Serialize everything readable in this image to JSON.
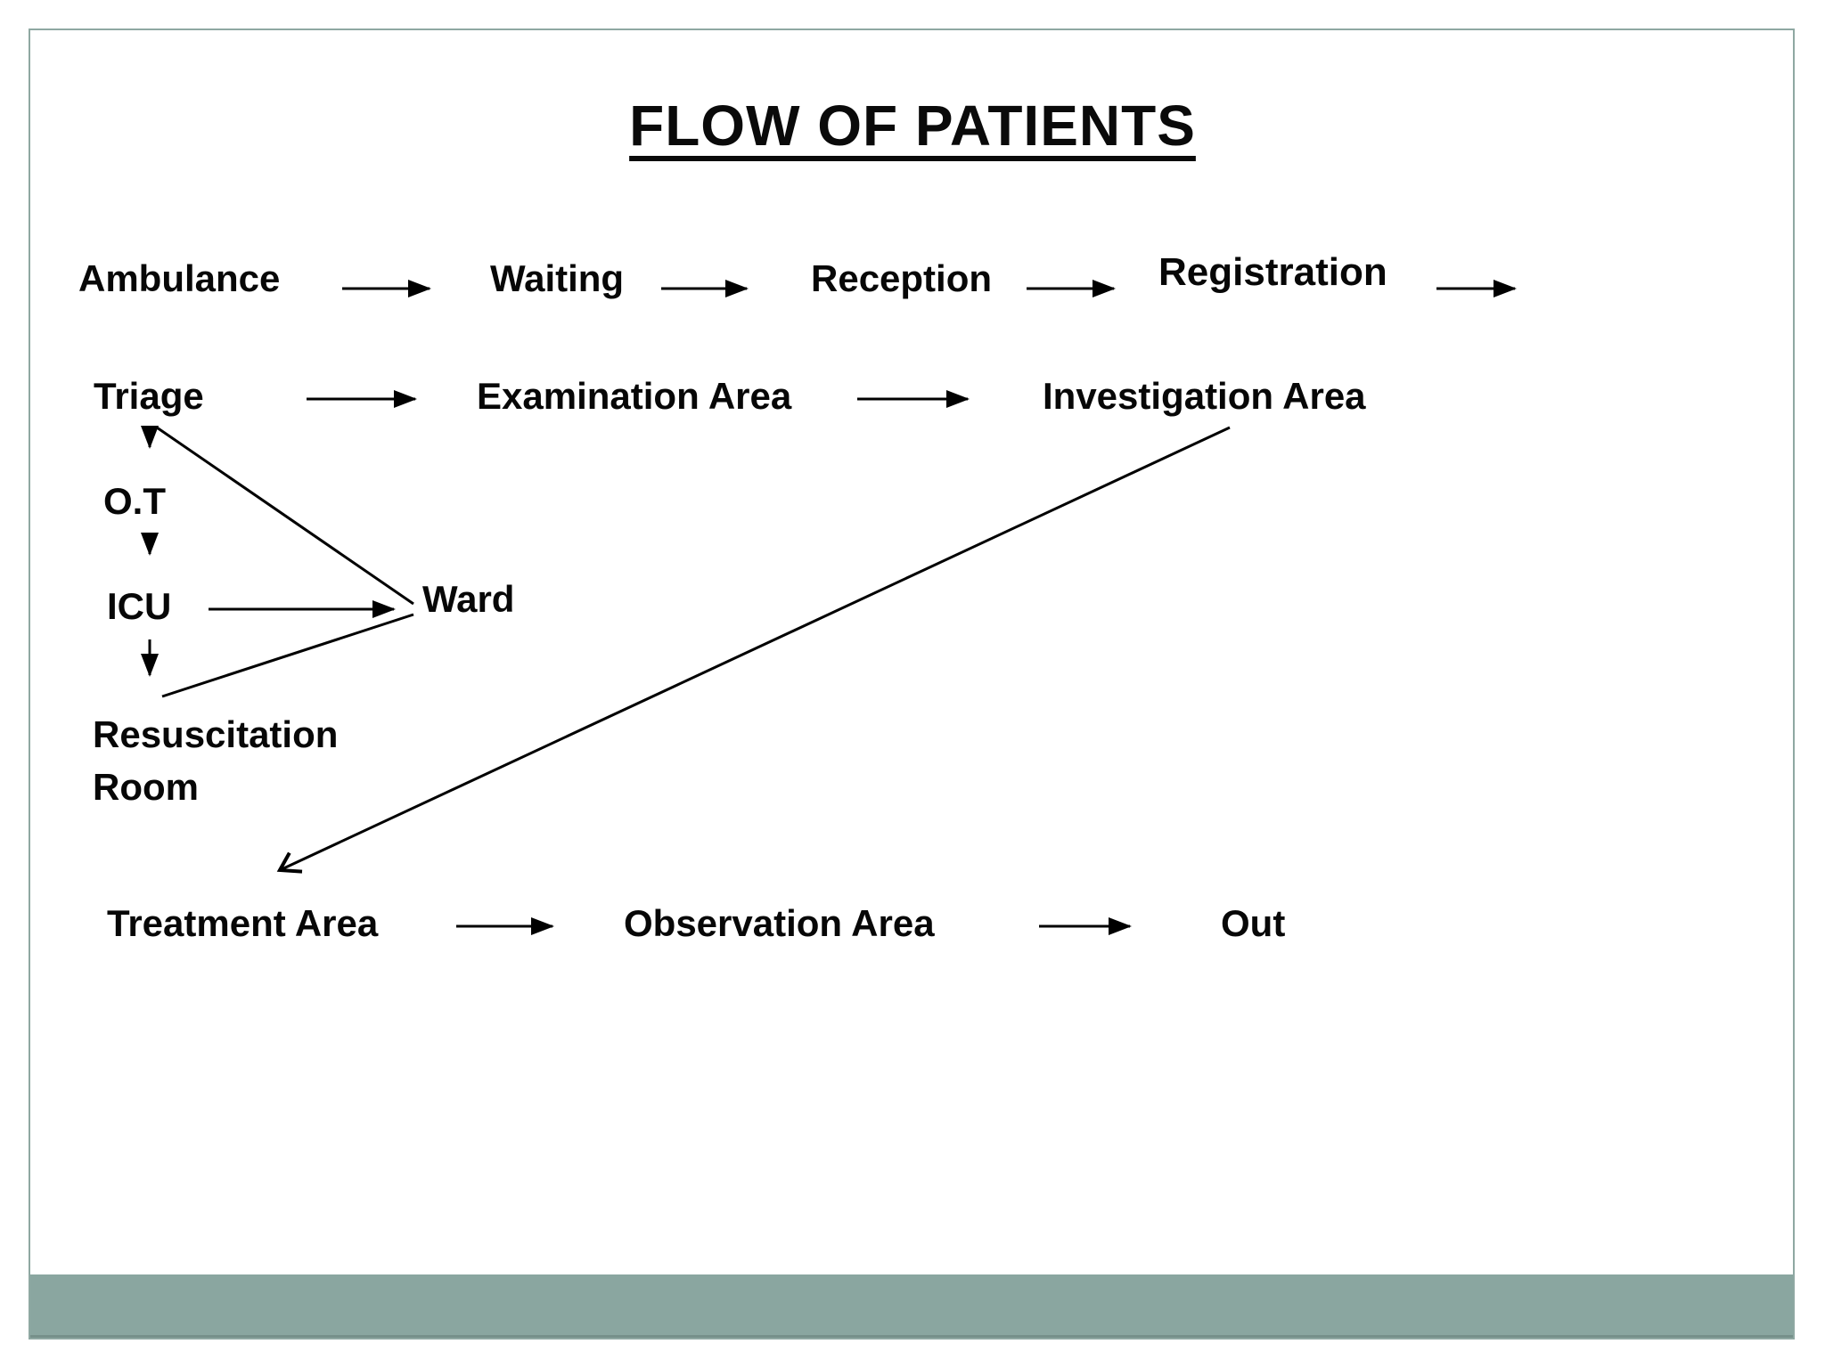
{
  "slide": {
    "title": "FLOW OF PATIENTS",
    "colors": {
      "background": "#ffffff",
      "text": "#070707",
      "frame_border": "#8fa8a2",
      "footer_bar": "#8aa6a0",
      "footer_bar_edge": "#76908a",
      "arrow": "#000000"
    },
    "diagram": {
      "nodes": [
        {
          "id": "ambulance",
          "label": "Ambulance"
        },
        {
          "id": "waiting",
          "label": "Waiting"
        },
        {
          "id": "reception",
          "label": "Reception"
        },
        {
          "id": "registration",
          "label": "Registration"
        },
        {
          "id": "triage",
          "label": "Triage"
        },
        {
          "id": "examination-area",
          "label": "Examination Area"
        },
        {
          "id": "investigation-area",
          "label": "Investigation Area"
        },
        {
          "id": "ot",
          "label": "O.T"
        },
        {
          "id": "icu",
          "label": "ICU"
        },
        {
          "id": "ward",
          "label": "Ward"
        },
        {
          "id": "resuscitation-room",
          "label": "Resuscitation Room"
        },
        {
          "id": "treatment-area",
          "label": "Treatment Area"
        },
        {
          "id": "observation-area",
          "label": "Observation Area"
        },
        {
          "id": "out",
          "label": "Out"
        }
      ],
      "edges": [
        {
          "from": "ambulance",
          "to": "waiting"
        },
        {
          "from": "waiting",
          "to": "reception"
        },
        {
          "from": "reception",
          "to": "registration"
        },
        {
          "from": "triage",
          "to": "examination-area"
        },
        {
          "from": "examination-area",
          "to": "investigation-area"
        },
        {
          "from": "investigation-area",
          "to": "treatment-area"
        },
        {
          "from": "triage",
          "to": "ot"
        },
        {
          "from": "ot",
          "to": "icu"
        },
        {
          "from": "icu",
          "to": "resuscitation-room"
        },
        {
          "from": "icu",
          "to": "ward"
        },
        {
          "from": "triage",
          "to": "ward"
        },
        {
          "from": "resuscitation-room",
          "to": "ward"
        },
        {
          "from": "treatment-area",
          "to": "observation-area"
        },
        {
          "from": "observation-area",
          "to": "out"
        }
      ],
      "trailing_arrow_after": "registration"
    }
  }
}
